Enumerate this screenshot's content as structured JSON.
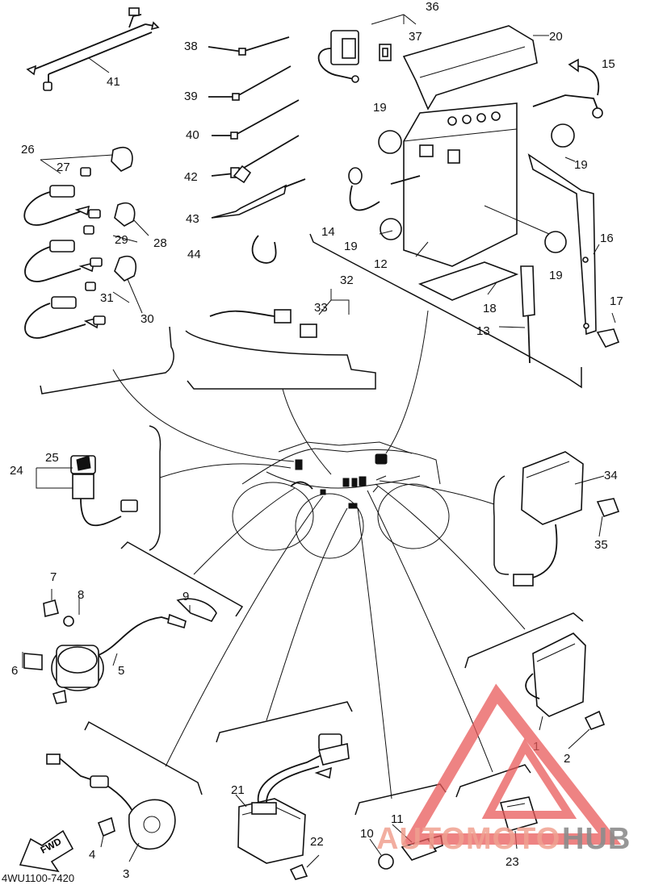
{
  "diagram": {
    "code": "4WU1100-7420",
    "fwd_label": "FWD"
  },
  "callouts": [
    {
      "n": "1"
    },
    {
      "n": "2"
    },
    {
      "n": "3"
    },
    {
      "n": "4"
    },
    {
      "n": "5"
    },
    {
      "n": "6"
    },
    {
      "n": "7"
    },
    {
      "n": "8"
    },
    {
      "n": "9"
    },
    {
      "n": "10"
    },
    {
      "n": "11"
    },
    {
      "n": "12"
    },
    {
      "n": "13"
    },
    {
      "n": "14"
    },
    {
      "n": "15"
    },
    {
      "n": "16"
    },
    {
      "n": "17"
    },
    {
      "n": "18"
    },
    {
      "n": "19"
    },
    {
      "n": "20"
    },
    {
      "n": "21"
    },
    {
      "n": "22"
    },
    {
      "n": "23"
    },
    {
      "n": "24"
    },
    {
      "n": "25"
    },
    {
      "n": "26"
    },
    {
      "n": "27"
    },
    {
      "n": "28"
    },
    {
      "n": "29"
    },
    {
      "n": "30"
    },
    {
      "n": "31"
    },
    {
      "n": "32"
    },
    {
      "n": "33"
    },
    {
      "n": "34"
    },
    {
      "n": "35"
    },
    {
      "n": "36"
    },
    {
      "n": "37"
    },
    {
      "n": "38"
    },
    {
      "n": "39"
    },
    {
      "n": "40"
    },
    {
      "n": "41"
    },
    {
      "n": "42"
    },
    {
      "n": "43"
    },
    {
      "n": "44"
    }
  ],
  "watermark": {
    "text_colored": "AUTOMOTO",
    "text_gray": "HUB",
    "color_main": "#e85a5a",
    "color_gray": "#8c8c8c"
  }
}
